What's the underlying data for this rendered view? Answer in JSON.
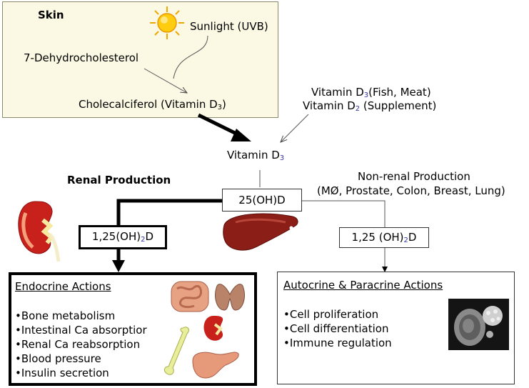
{
  "skin": {
    "title": "Skin",
    "sunlight": "Sunlight (UVB)",
    "dehydro": "7-Dehydrocholesterol",
    "chole_prefix": "Cholecalciferol (Vitamin D",
    "chole_sub": "3",
    "chole_suffix": ")"
  },
  "diet": {
    "line1_prefix": "Vitamin D",
    "line1_sub": "3",
    "line1_suffix": "(Fish, Meat)",
    "line2_prefix": "Vitamin D",
    "line2_sub": "2",
    "line2_suffix": " (Supplement)"
  },
  "vitd3": {
    "prefix": "Vitamin D",
    "sub": "3"
  },
  "renal": {
    "title": "Renal Production"
  },
  "ohd25": {
    "label": "25(OH)D"
  },
  "nonrenal": {
    "line1": "Non-renal Production",
    "line2": "(MØ, Prostate, Colon, Breast, Lung)"
  },
  "d125_left": {
    "prefix": "1,25(OH)",
    "sub": "2",
    "suffix": "D"
  },
  "d125_right": {
    "prefix": "1,25 (OH)",
    "sub": "2",
    "suffix": "D"
  },
  "endocrine": {
    "title": "Endocrine Actions",
    "items": [
      "•Bone metabolism",
      "•Intestinal Ca absorptior",
      "•Renal Ca reabsorption",
      "•Blood pressure",
      "•Insulin secretion"
    ]
  },
  "autocrine": {
    "title": "Autocrine & Paracrine Actions",
    "items": [
      "•Cell proliferation",
      "•Cell differentiation",
      "•Immune  regulation"
    ]
  }
}
